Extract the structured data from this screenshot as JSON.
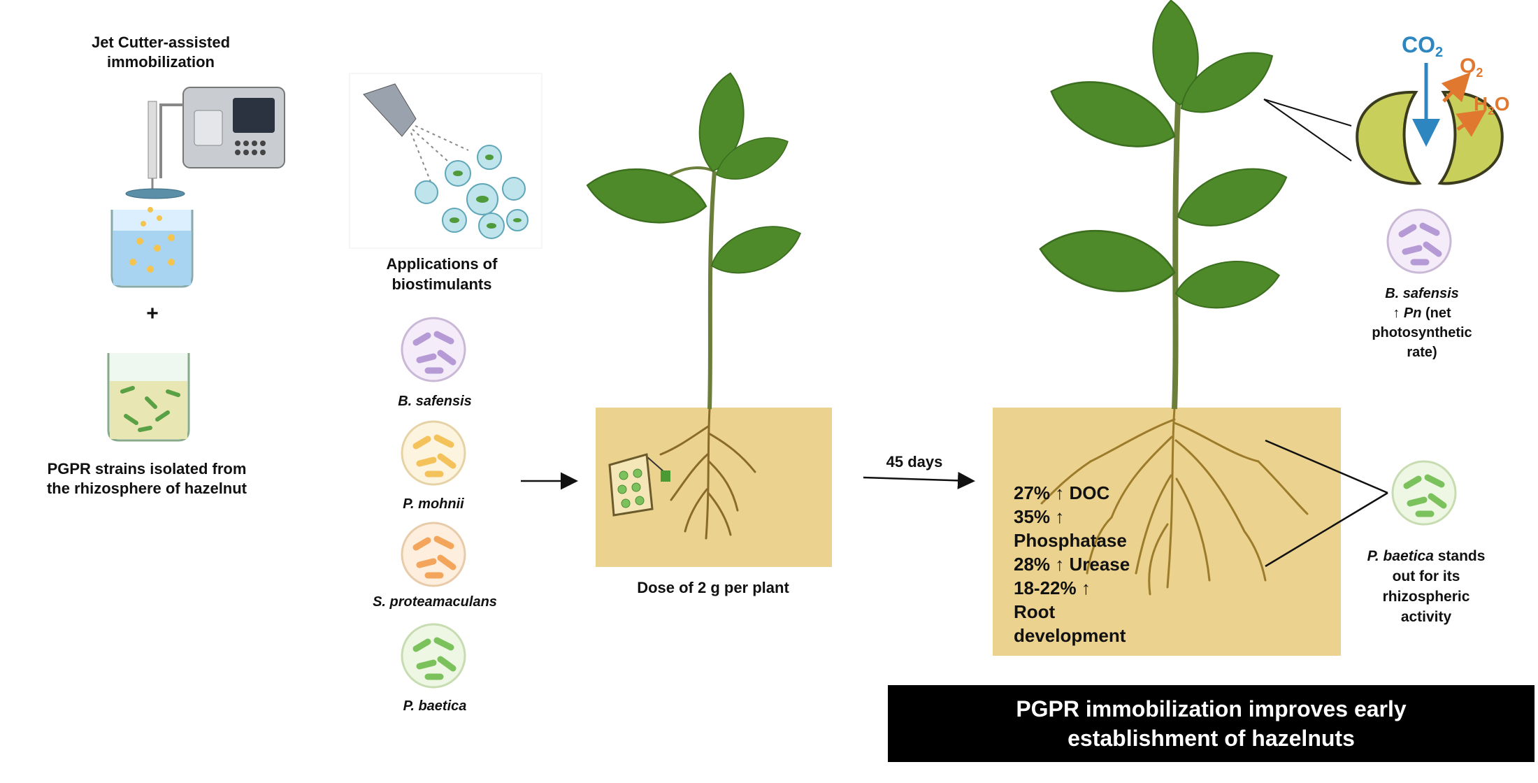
{
  "labels": {
    "jet_cutter_line1": "Jet Cutter-assisted",
    "jet_cutter_line2": "immobilization",
    "plus": "+",
    "pgpr_line1": "PGPR strains isolated from",
    "pgpr_line2": "the rhizosphere of hazelnut",
    "applications_line1": "Applications of",
    "applications_line2": "biostimulants",
    "dose": "Dose of 2 g per plant",
    "days": "45 days"
  },
  "strains": [
    {
      "name": "B. safensis",
      "color": "#b59ad6"
    },
    {
      "name": "P. mohnii",
      "color": "#f4c25a"
    },
    {
      "name": "S. proteamaculans",
      "color": "#f3a55b"
    },
    {
      "name": "P. baetica",
      "color": "#7cc25c"
    }
  ],
  "results": {
    "line1": "27% ↑ DOC",
    "line2": "35% ↑",
    "line3": "Phosphatase",
    "line4": "28% ↑ Urease",
    "line5": "18-22% ↑",
    "line6": "Root",
    "line7": "development"
  },
  "stomata": {
    "co2": "CO",
    "co2_sub": "2",
    "o2": "O",
    "o2_sub": "2",
    "h2o_a": "H",
    "h2o_sub": "2",
    "h2o_b": "O"
  },
  "right_notes": {
    "bsaf_name": "B. safensis",
    "pn_line_prefix": "↑ ",
    "pn_italic": "Pn",
    "pn_line_suffix": " (net",
    "pn_line2": "photosynthetic",
    "pn_line3": "rate)",
    "pbae_name": "P. baetica",
    "pbae_line1_suffix": " stands",
    "pbae_line2": "out for its",
    "pbae_line3": "rhizospheric",
    "pbae_line4": "activity"
  },
  "banner": {
    "line1": "PGPR immobilization improves early",
    "line2": "establishment of hazelnuts"
  },
  "colors": {
    "soil": "#ebd28e",
    "root": "#8a6a2c",
    "leaf": "#4f8a2a",
    "leaf_dark": "#3b6e1e",
    "stem": "#6b7f3a",
    "arrow_blue": "#2e86c1",
    "arrow_orange": "#e0782f",
    "stomata": "#c8cf5a"
  }
}
